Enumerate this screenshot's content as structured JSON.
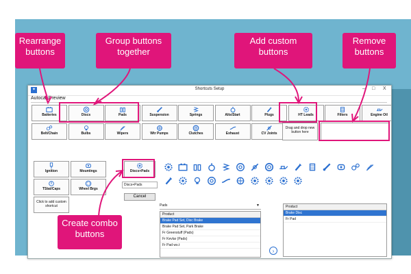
{
  "window": {
    "title": "Shortcuts Setup",
    "app_icon": "app-icon",
    "minimize": "–",
    "maximize": "□",
    "close": "X",
    "menu": "Autocat Preview"
  },
  "toolbar_row1": [
    {
      "label": "Batteries",
      "icon": "battery-icon"
    },
    {
      "label": "Discs",
      "icon": "disc-icon"
    },
    {
      "label": "Pads",
      "icon": "pads-icon"
    },
    {
      "label": "Suspension",
      "icon": "suspension-icon"
    },
    {
      "label": "Springs",
      "icon": "spring-icon"
    },
    {
      "label": "Alts/Start",
      "icon": "alternator-icon"
    },
    {
      "label": "Plugs",
      "icon": "plug-icon"
    },
    {
      "label": "HT Leads",
      "icon": "ht-leads-icon"
    },
    {
      "label": "Filters",
      "icon": "filter-icon"
    },
    {
      "label": "Engine Oil",
      "icon": "oil-can-icon"
    }
  ],
  "toolbar_row2": [
    {
      "label": "Belt/Chain",
      "icon": "belt-icon"
    },
    {
      "label": "Bulbs",
      "icon": "bulb-icon"
    },
    {
      "label": "Wipers",
      "icon": "wiper-icon"
    },
    {
      "label": "Wtr Pumps",
      "icon": "water-pump-icon"
    },
    {
      "label": "Clutches",
      "icon": "clutch-icon"
    },
    {
      "label": "Exhaust",
      "icon": "exhaust-icon"
    },
    {
      "label": "CV Joints",
      "icon": "cv-joint-icon"
    }
  ],
  "drag_hint": "Drag and drop new button here",
  "left_buttons": [
    {
      "label": "Ignition",
      "icon": "ignition-icon"
    },
    {
      "label": "Mountings",
      "icon": "mounting-icon"
    },
    {
      "label": "TStat/Caps",
      "icon": "thermostat-icon"
    },
    {
      "label": "Wheel Brgs",
      "icon": "wheel-bearing-icon"
    }
  ],
  "add_custom_shortcut": "Click to add custom shortcut",
  "combo_button": {
    "label": "Discs+Pads",
    "icon": "gear-icon"
  },
  "combo_name_value": "Discs+Pads",
  "cancel_label": "Cancel",
  "pads_dropdown": "Pads",
  "left_list": {
    "header": "Product",
    "rows": [
      "Brake Pad Set, Disc Brake",
      "Brake Pad Set, Park Brake",
      "Fr Greenstuff (Pads)",
      "Fr Kevlar (Pads)",
      "Fr Pad ws.t"
    ],
    "selected": 0
  },
  "right_list": {
    "header": "Product",
    "rows": [
      "Brake Disc",
      "Fr Pad"
    ],
    "selected": 0
  },
  "transfer_arrow": "›",
  "callouts": {
    "rearrange": "Rearrange buttons",
    "group": "Group buttons together",
    "add_custom": "Add custom buttons",
    "remove": "Remove buttons",
    "combo": "Create combo buttons"
  },
  "colors": {
    "callout": "#e0157a",
    "background": "#6fb4cf",
    "icon_blue": "#2a6fd0",
    "selection": "#2f74d0"
  }
}
